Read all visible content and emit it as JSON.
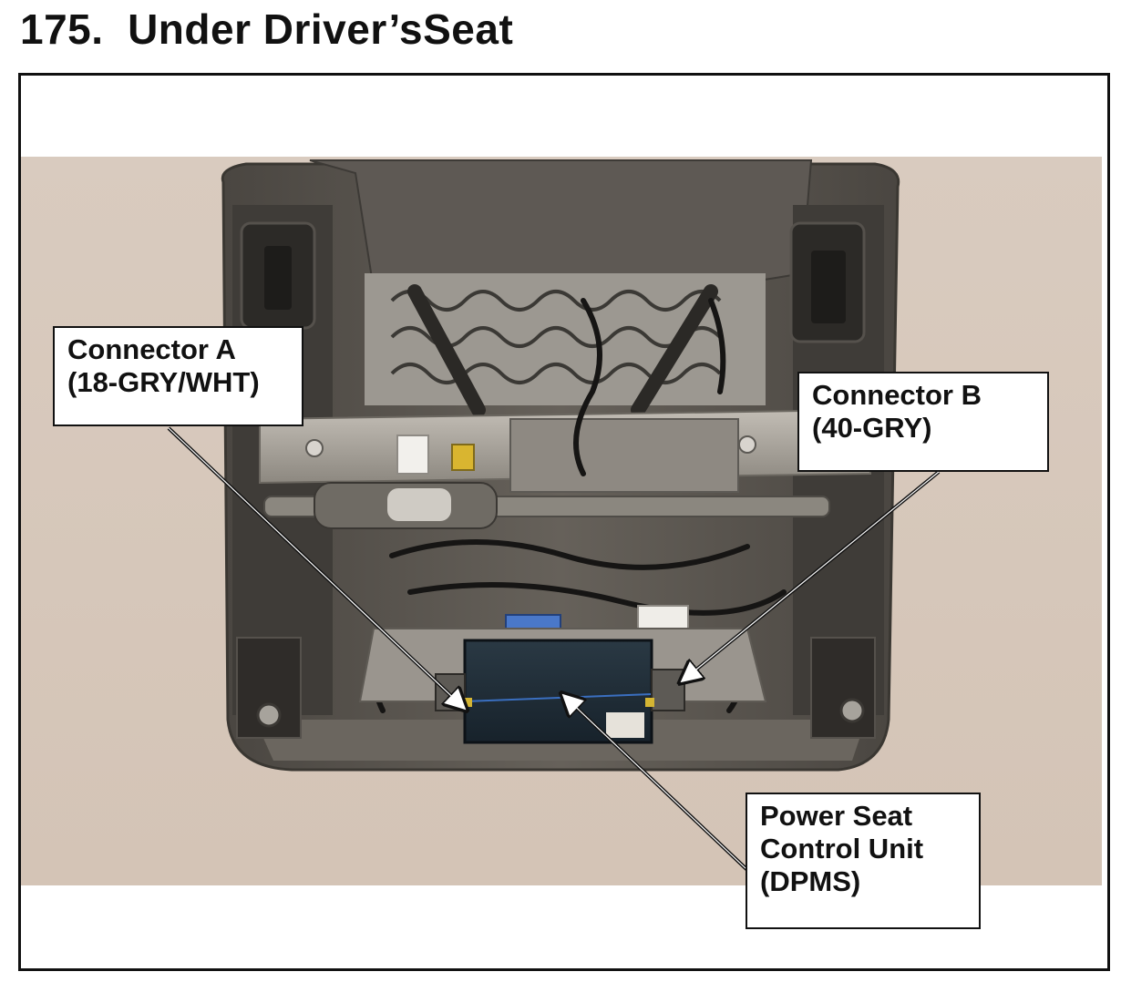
{
  "page": {
    "title": "175.  Under Driver’sSeat"
  },
  "figure": {
    "subject": "power-seat-underside-photo",
    "colors": {
      "background": "#d8c9bc",
      "seat_frame": "#5b5751",
      "cushion": "#5f5a55",
      "metal": "#a9a49c",
      "module": "#1c2a35",
      "leader": "#111111"
    }
  },
  "callouts": {
    "connector_a": {
      "line1": "Connector A",
      "line2": "(18-GRY/WHT)"
    },
    "connector_b": {
      "line1": "Connector B",
      "line2": "(40-GRY)"
    },
    "control_unit": {
      "line1": "Power Seat",
      "line2": "Control Unit",
      "line3": "(DPMS)"
    }
  }
}
